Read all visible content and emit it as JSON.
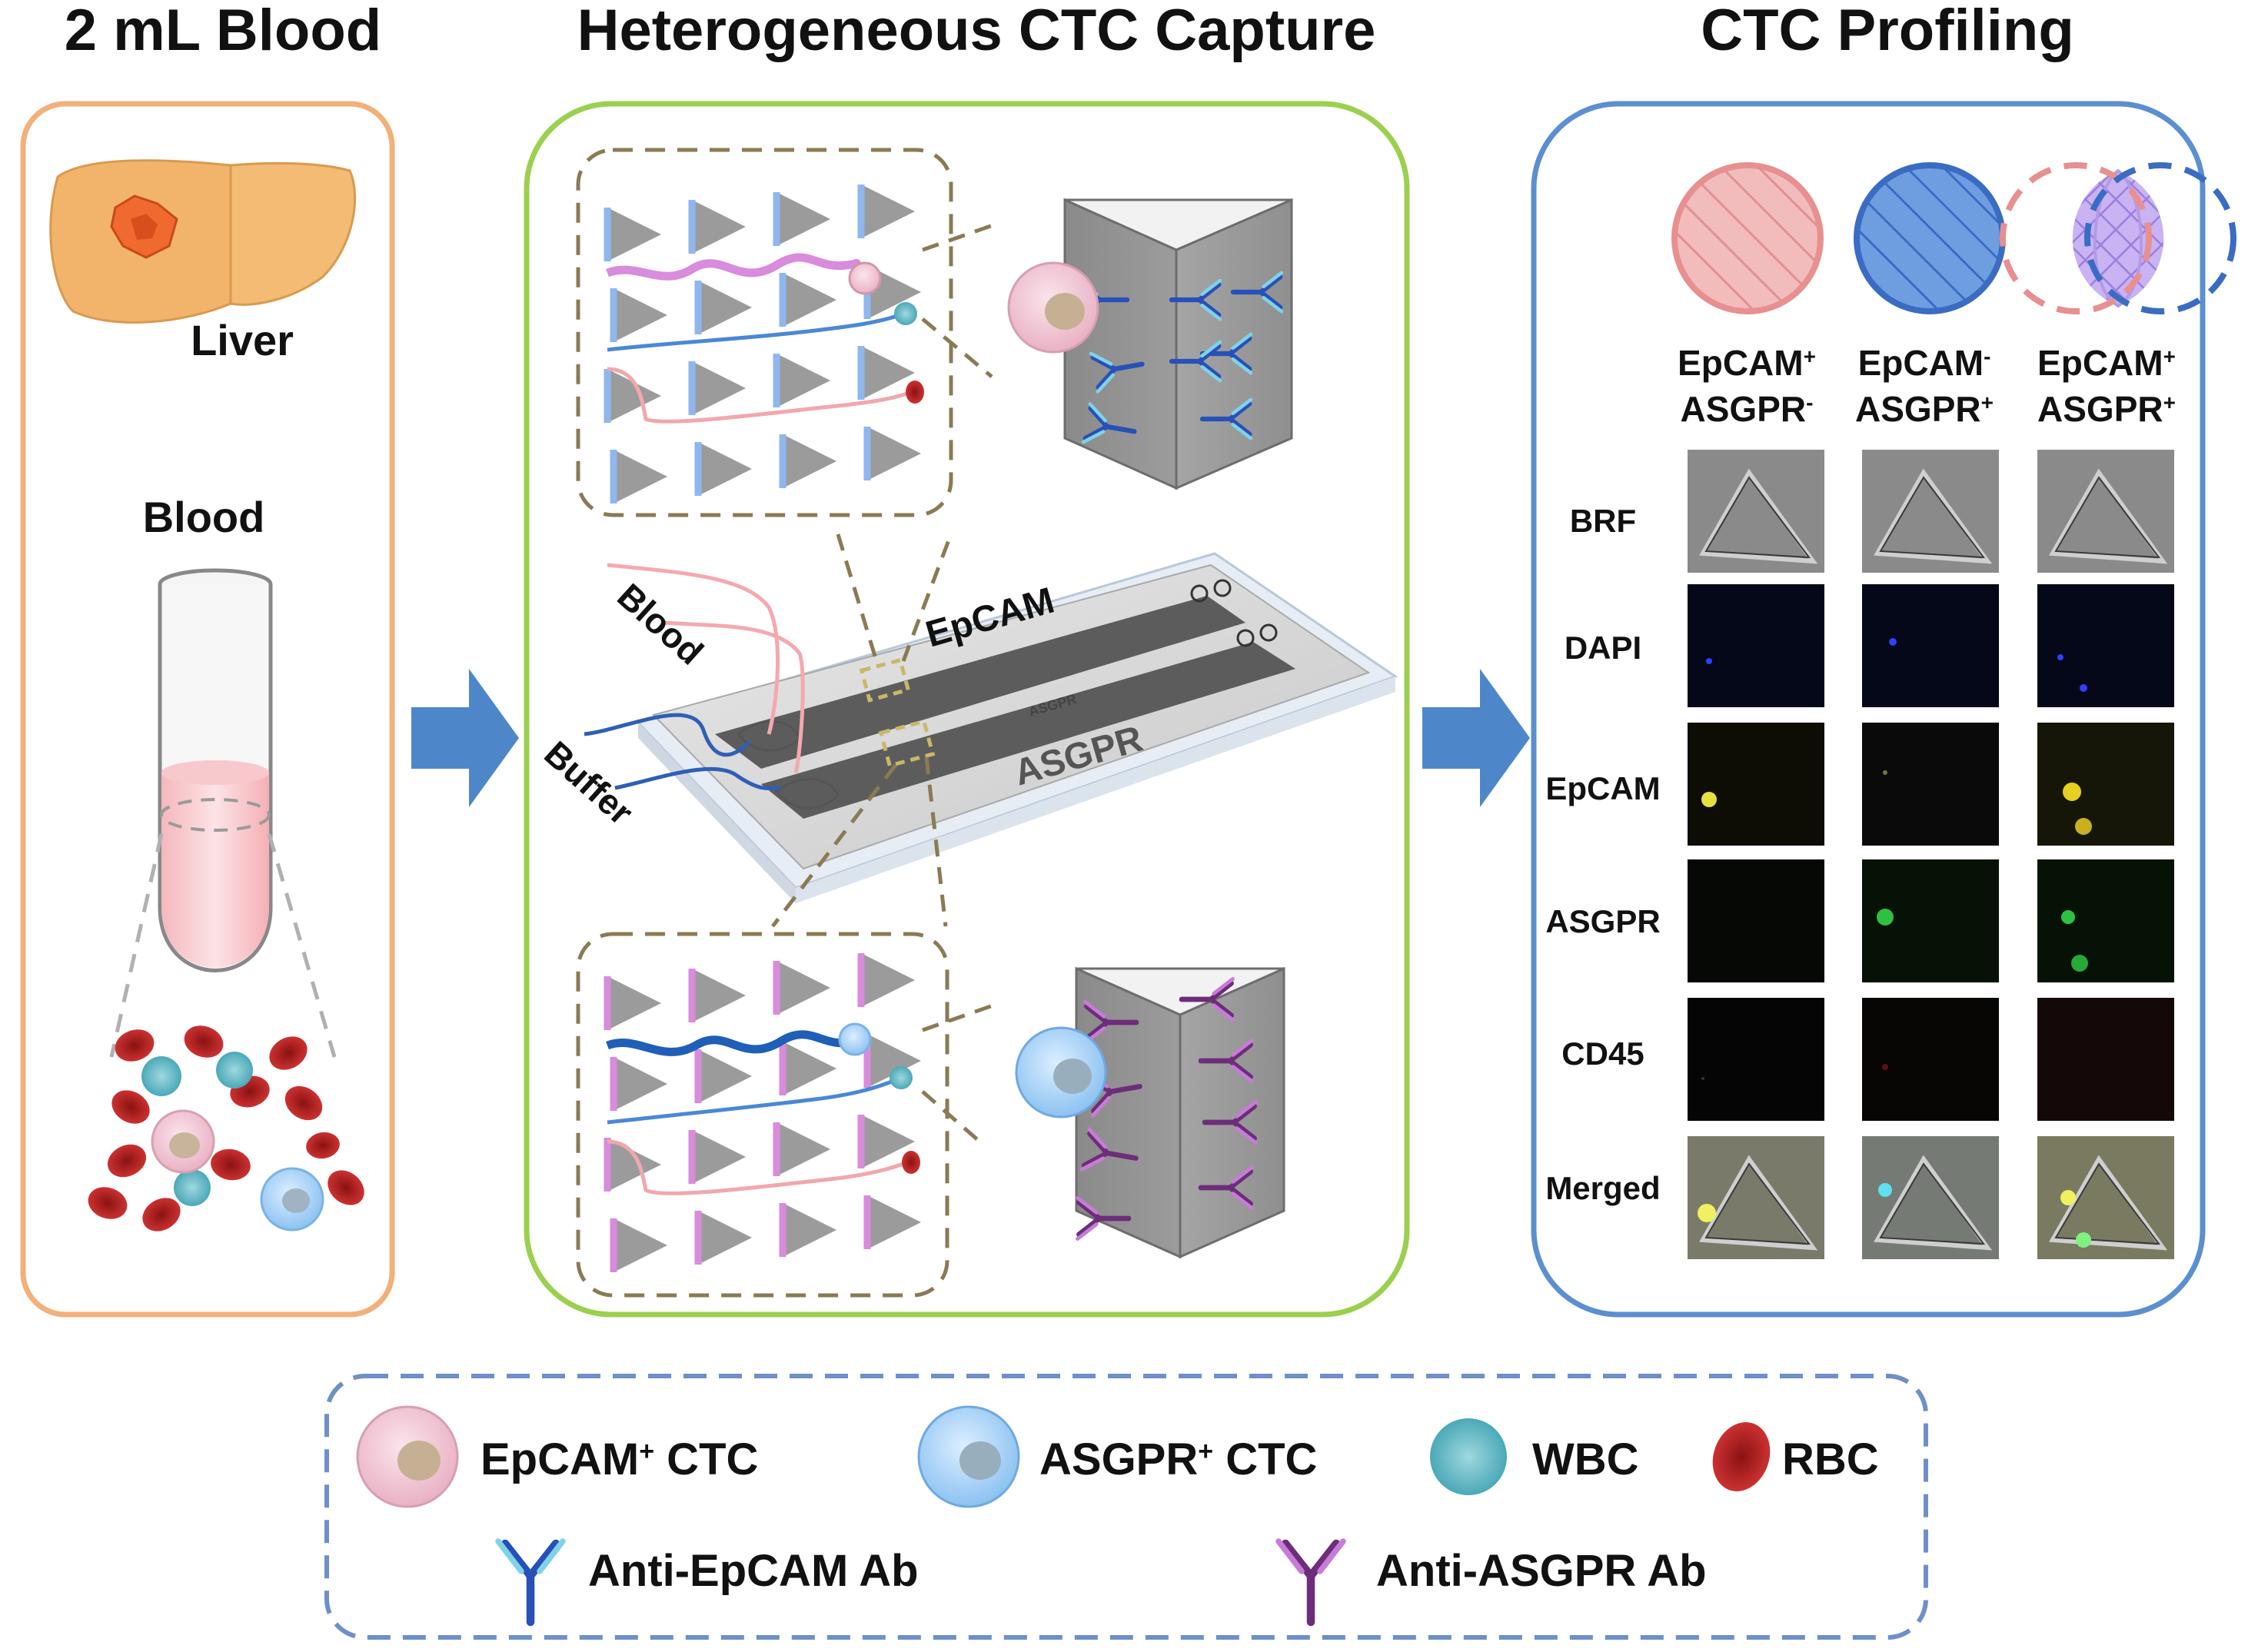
{
  "titles": {
    "left": "2 mL Blood",
    "middle": "Heterogeneous CTC Capture",
    "right": "CTC Profiling"
  },
  "left_panel": {
    "liver_label": "Liver",
    "blood_label": "Blood"
  },
  "middle_panel": {
    "inlet_blood": "Blood",
    "inlet_buffer": "Buffer",
    "channel_top": "EpCAM",
    "channel_bottom": "ASGPR",
    "channel_bottom_small": "ASGPR"
  },
  "right_panel": {
    "columns": [
      {
        "line1": "EpCAM",
        "sup1": "+",
        "line2": "ASGPR",
        "sup2": "-"
      },
      {
        "line1": "EpCAM",
        "sup1": "-",
        "line2": "ASGPR",
        "sup2": "+"
      },
      {
        "line1": "EpCAM",
        "sup1": "+",
        "line2": "ASGPR",
        "sup2": "+"
      }
    ],
    "rows": [
      "BRF",
      "DAPI",
      "EpCAM",
      "ASGPR",
      "CD45",
      "Merged"
    ]
  },
  "legend": {
    "epcam_ctc": "EpCAM",
    "epcam_ctc_sup": "+",
    "epcam_ctc_suffix": " CTC",
    "asgpr_ctc": "ASGPR",
    "asgpr_ctc_sup": "+",
    "asgpr_ctc_suffix": " CTC",
    "wbc": "WBC",
    "rbc": "RBC",
    "anti_epcam": "Anti-EpCAM Ab",
    "anti_asgpr": "Anti-ASGPR Ab"
  },
  "colors": {
    "left_border": "#f2b07a",
    "middle_border": "#9bd04f",
    "right_border": "#5b8fd0",
    "legend_border": "#6f8fc8",
    "arrow": "#4d87c9",
    "epcam_circle": "#e88f8f",
    "asgpr_circle": "#4a80d4",
    "overlap": "#b49ae6",
    "rbc": "#c22a2a",
    "wbc": "#3aa0b0",
    "pillar": "#9b9b9b",
    "pink_ab": "#b44fd0",
    "blue_ab": "#2750b8"
  }
}
